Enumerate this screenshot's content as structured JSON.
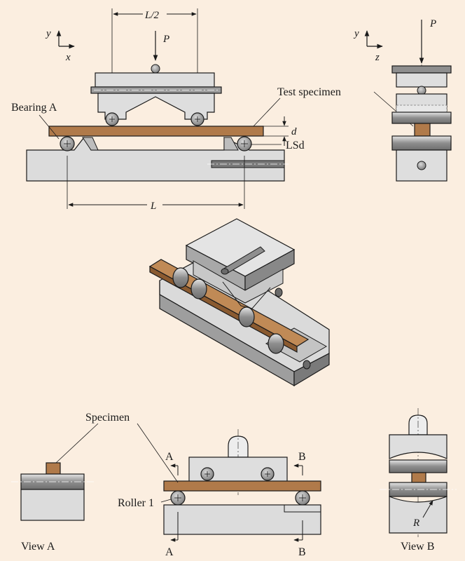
{
  "diagram": {
    "axes_side": {
      "y": "y",
      "x": "x"
    },
    "axes_end": {
      "y": "y",
      "z": "z"
    },
    "dim_half_span": "L/2",
    "dim_span": "L",
    "load_label": "P",
    "load_label_end": "P",
    "dim_thickness": "d",
    "label_bearing_a": "Bearing A",
    "label_test_specimen": "Test specimen",
    "label_lsd": "LSd",
    "label_specimen": "Specimen",
    "label_roller_1": "Roller 1",
    "section_a_top": "A",
    "section_a_bottom": "A",
    "section_b_top": "B",
    "section_b_bottom": "B",
    "radius_label": "R",
    "view_a_caption": "View A",
    "view_b_caption": "View B"
  },
  "colors": {
    "background": "#fbeee0",
    "specimen": "#b07a4a",
    "metal_light": "#dcdcdc",
    "metal_mid": "#bdbdbd",
    "metal_dark": "#8a8a8a",
    "roller": "#9a9a9a",
    "line": "#1a1a1a"
  }
}
